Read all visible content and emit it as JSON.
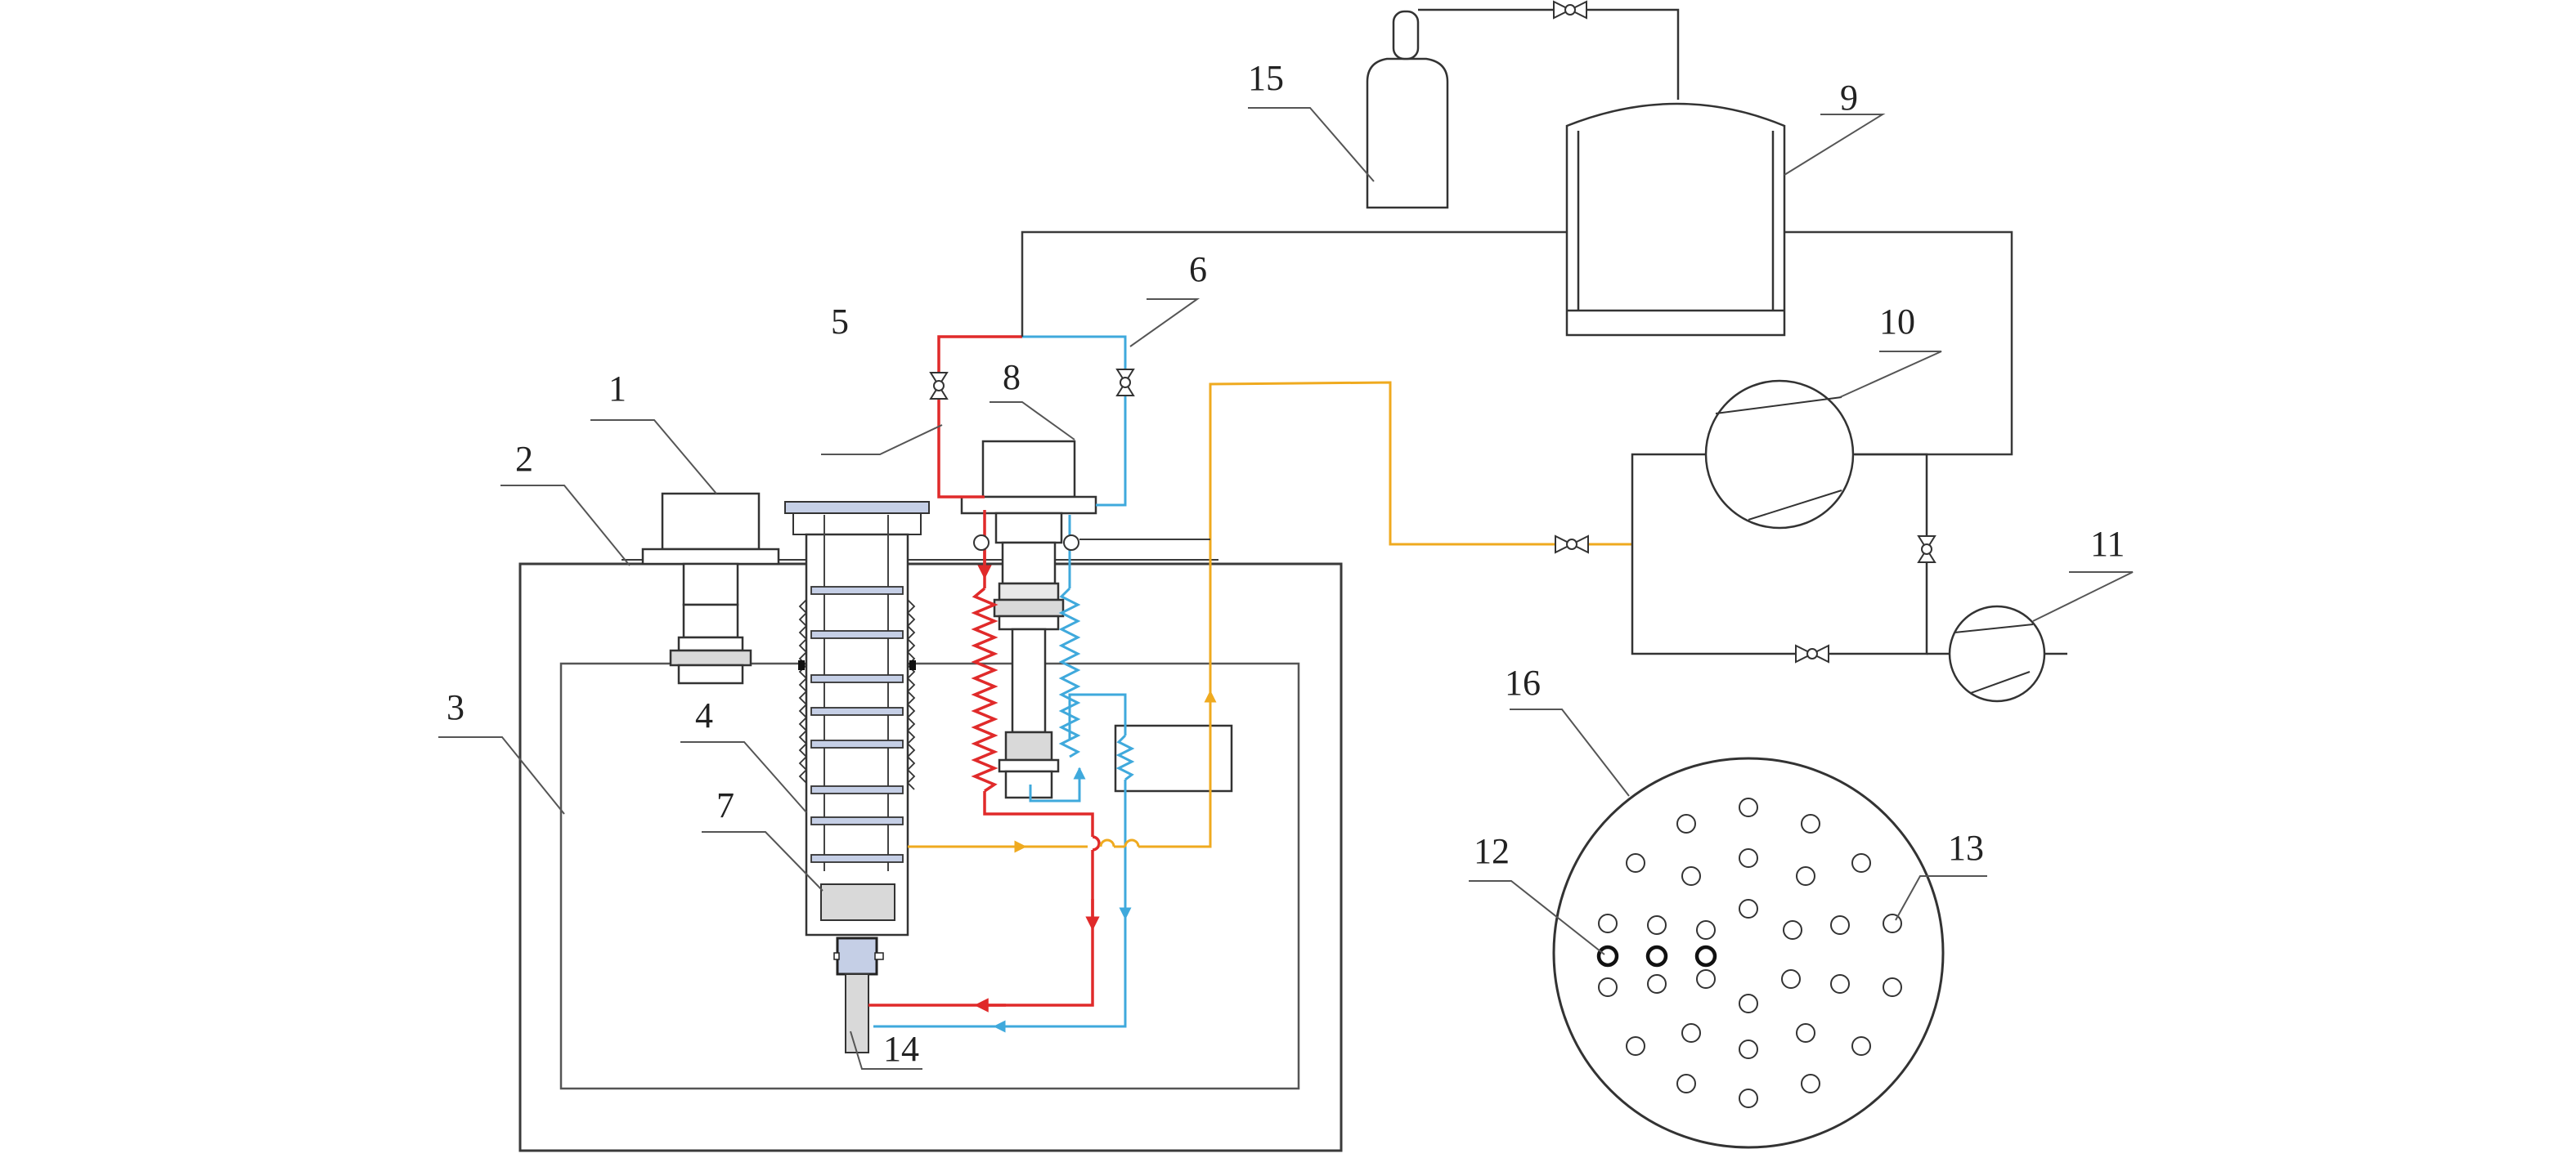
{
  "labels": {
    "n1": "1",
    "n2": "2",
    "n3": "3",
    "n4": "4",
    "n5": "5",
    "n6": "6",
    "n7": "7",
    "n8": "8",
    "n9": "9",
    "n10": "10",
    "n11": "11",
    "n12": "12",
    "n13": "13",
    "n14": "14",
    "n15": "15",
    "n16": "16"
  },
  "colors": {
    "line": "#3a3a3a",
    "hot": "#e02a2a",
    "cold": "#3fa9dc",
    "signal": "#efaa1f",
    "fill_gray": "#d9d9d9",
    "fill_blue": "#c5cfe6"
  }
}
